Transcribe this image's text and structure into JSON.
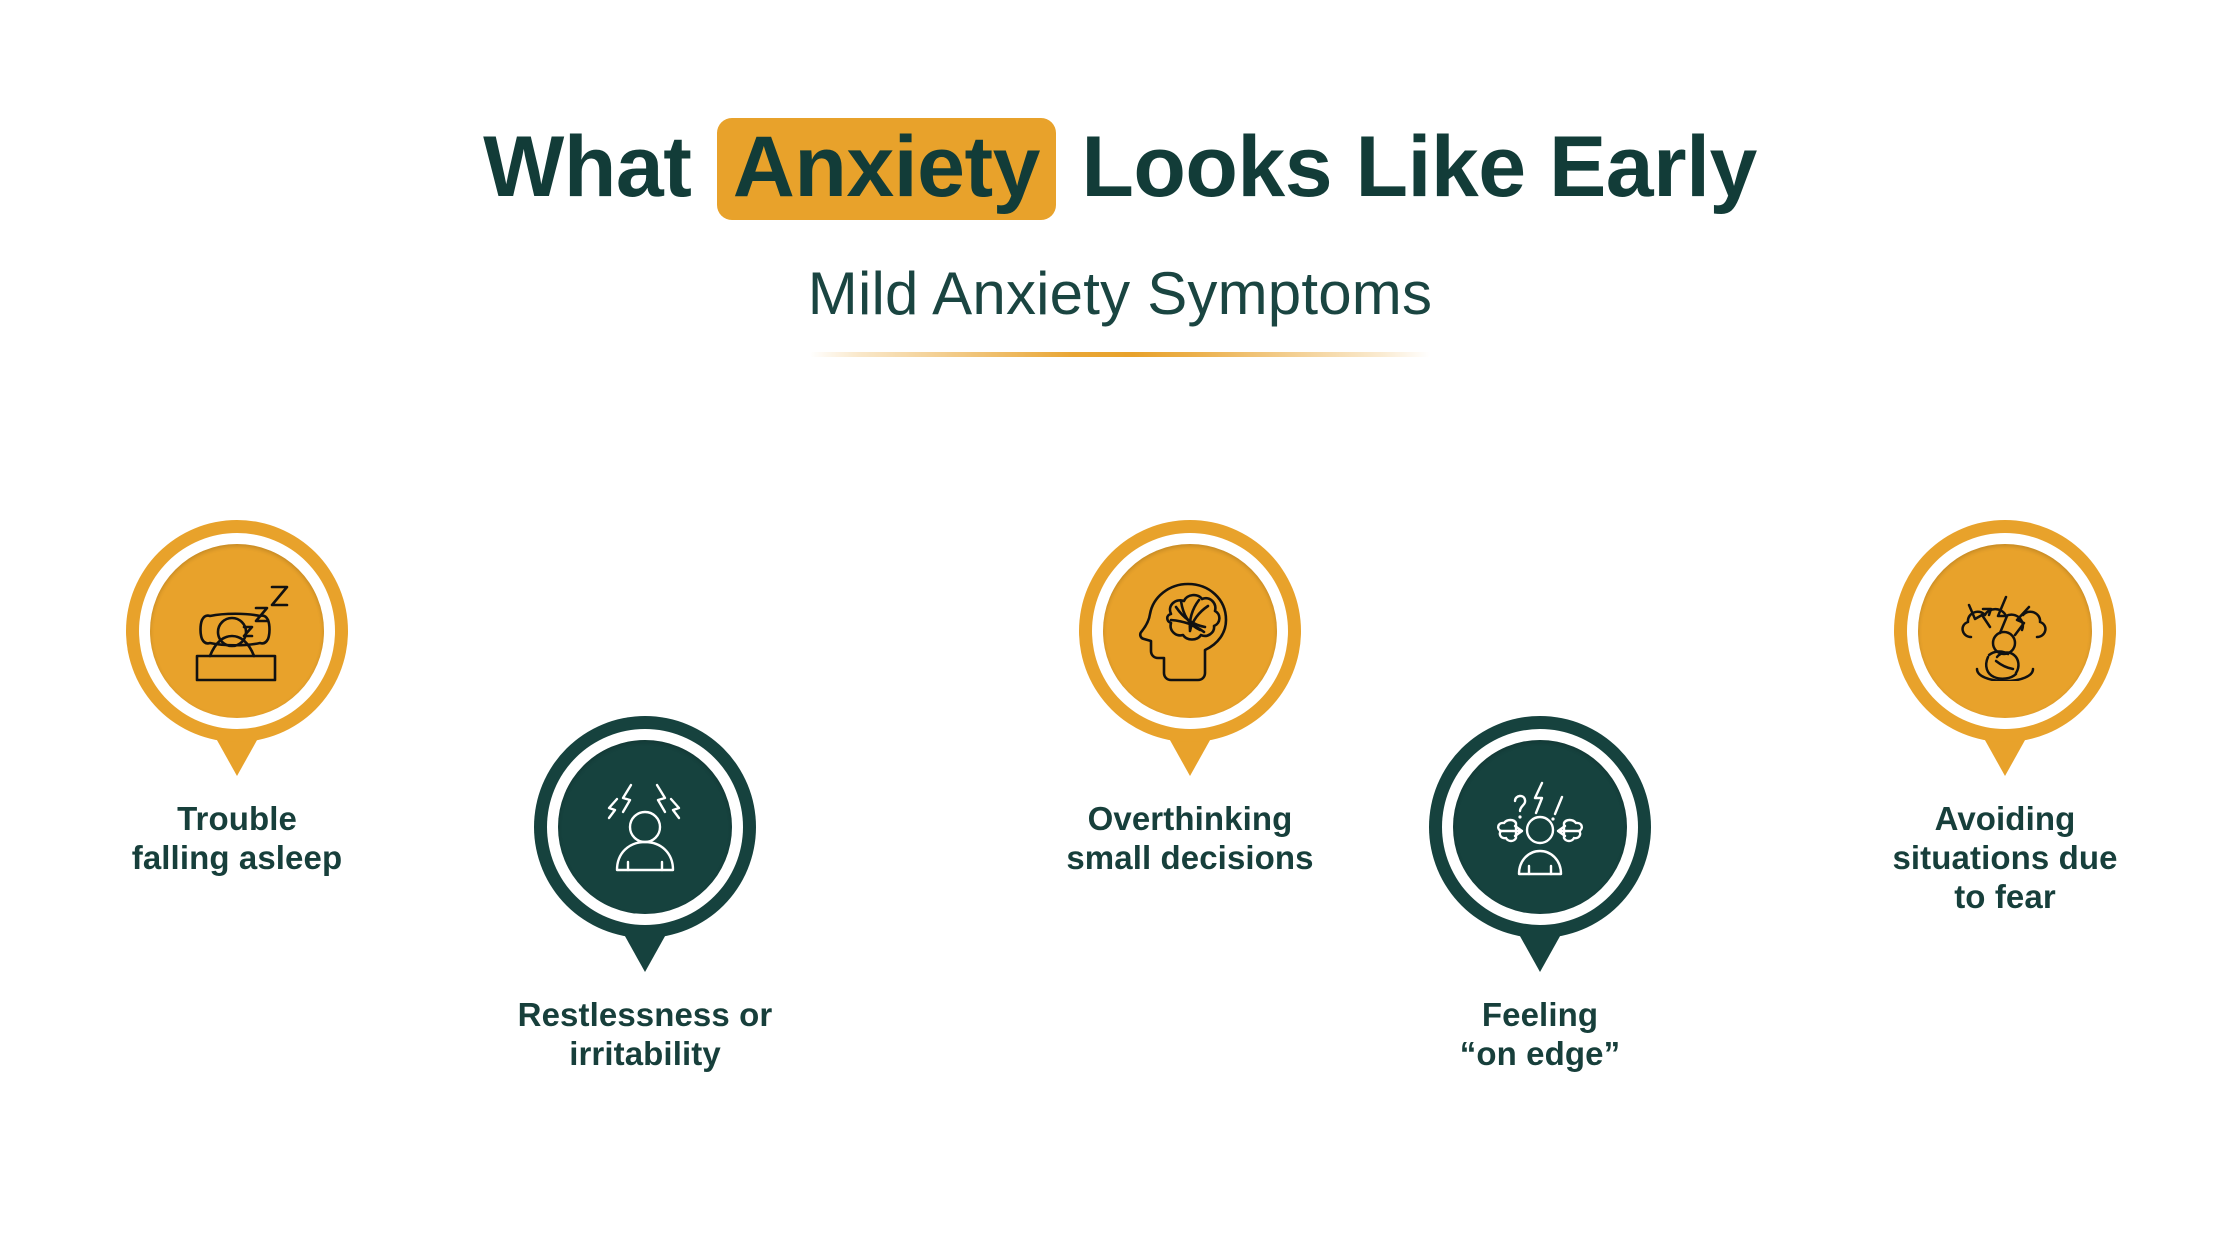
{
  "header": {
    "title_part1": "What ",
    "title_highlight": "Anxiety",
    "title_part2": " Looks Like Early",
    "subtitle": "Mild Anxiety Symptoms"
  },
  "colors": {
    "accent_orange": "#E8A22B",
    "dark_teal": "#16423E",
    "text_teal": "#173F3B",
    "background": "#FFFFFF",
    "ring_white": "#FFFFFF"
  },
  "pins": [
    {
      "icon": "person-sleeping-in-bed-icon",
      "color": "orange",
      "position": "upper",
      "label_lines": [
        "Trouble",
        "falling asleep"
      ]
    },
    {
      "icon": "stressed-person-lightning-icon",
      "color": "teal",
      "position": "lower",
      "label_lines": [
        "Restlessness or",
        "irritability"
      ]
    },
    {
      "icon": "head-tangled-thoughts-icon",
      "color": "orange",
      "position": "upper",
      "label_lines": [
        "Overthinking",
        "small decisions"
      ]
    },
    {
      "icon": "person-on-edge-arrows-icon",
      "color": "teal",
      "position": "lower",
      "label_lines": [
        "Feeling",
        "“on edge”"
      ]
    },
    {
      "icon": "person-huddled-storm-cloud-icon",
      "color": "orange",
      "position": "upper",
      "label_lines": [
        "Avoiding",
        "situations due",
        "to fear"
      ]
    }
  ]
}
